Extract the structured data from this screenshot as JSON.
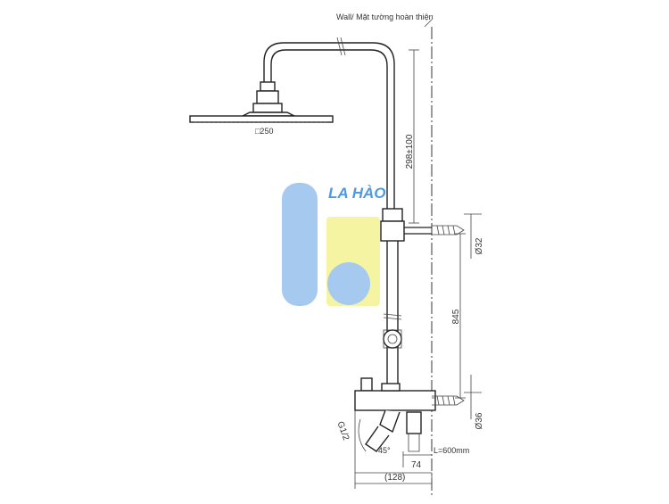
{
  "labels": {
    "wall": "Wall/ Mặt tường hoàn thiện",
    "head_size": "□250",
    "dim_298": "298±100",
    "dim_845": "845",
    "dim_phi32": "Ø32",
    "dim_phi36": "Ø36",
    "dim_74": "74",
    "dim_128": "(128)",
    "hose_length": "L=600mm",
    "thread": "G1/2",
    "angle": "45°"
  },
  "watermark": {
    "text": "LA HÀO",
    "colors": {
      "blue": "#9cc4ee",
      "yellow": "#f5f39a",
      "text": "#3d8fe0"
    }
  }
}
